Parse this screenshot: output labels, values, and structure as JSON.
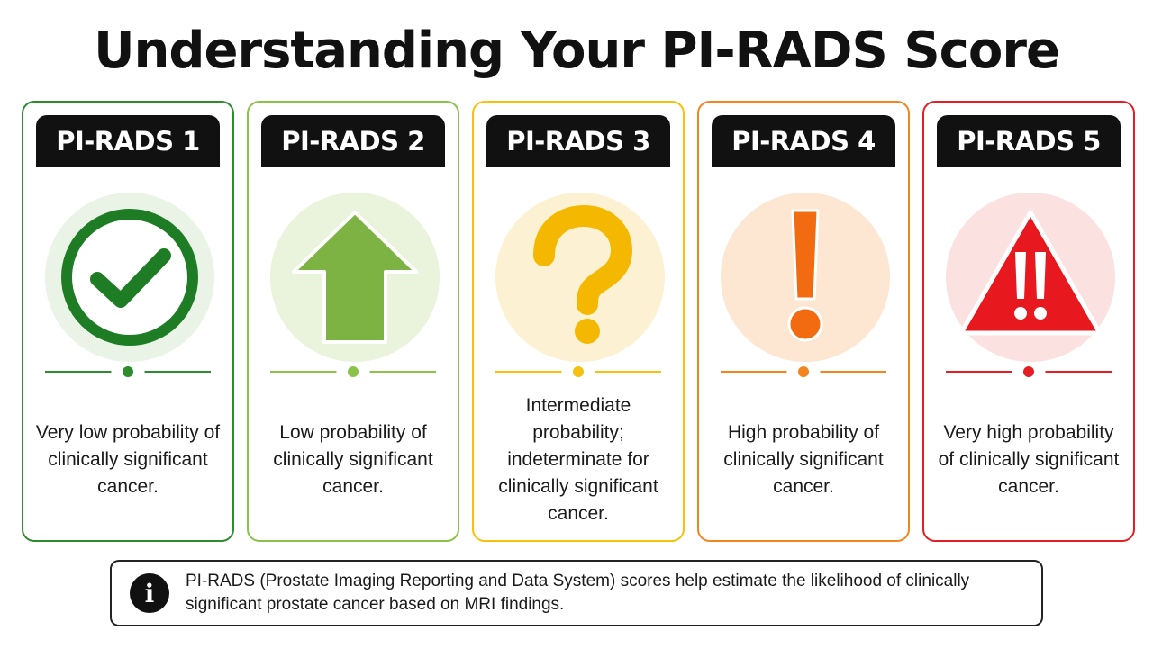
{
  "title": "Understanding Your PI-RADS Score",
  "cards": [
    {
      "label": "PI-RADS 1",
      "icon": "checkmark-circle-icon",
      "color": "#2e8b2e",
      "bg": "#e9f4e6",
      "description": "Very low probability of clinically significant cancer."
    },
    {
      "label": "PI-RADS 2",
      "icon": "arrow-up-icon",
      "color": "#8bc34a",
      "bg": "#eaf3dc",
      "description": "Low probability of clinically significant cancer."
    },
    {
      "label": "PI-RADS 3",
      "icon": "question-mark-icon",
      "color": "#f4c20d",
      "bg": "#fdf1d3",
      "description": "Intermediate probability; indeterminate for clinically significant cancer."
    },
    {
      "label": "PI-RADS 4",
      "icon": "exclamation-icon",
      "color": "#f5841f",
      "bg": "#fde7d3",
      "description": "High probability of clinically significant cancer."
    },
    {
      "label": "PI-RADS 5",
      "icon": "warning-triangle-icon",
      "color": "#e31e24",
      "bg": "#fbe1df",
      "description": "Very high probability of clinically significant cancer."
    }
  ],
  "info": {
    "icon": "info-icon",
    "glyph": "i",
    "text": "PI-RADS (Prostate Imaging Reporting and Data System) scores help estimate the likelihood of clinically significant prostate cancer based on MRI findings."
  }
}
